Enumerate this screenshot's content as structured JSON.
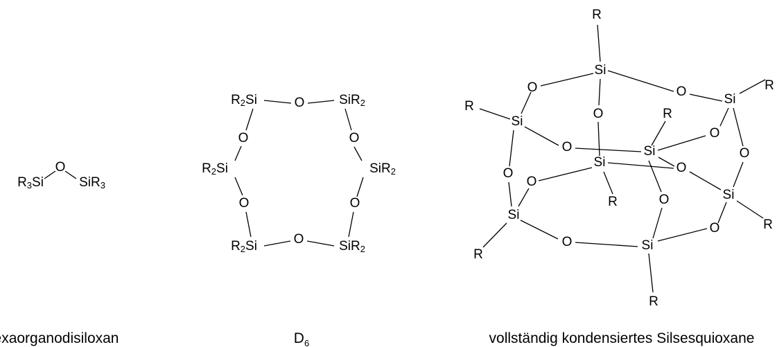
{
  "captions": {
    "hexa": "exaorganodisiloxan",
    "d6_main": "D",
    "d6_sub": "6",
    "silsesquioxane": "vollständig kondensiertes Silsesquioxane"
  },
  "hexa": {
    "left_main": "R",
    "left_sub": "3",
    "left_tail": "Si",
    "o": "O",
    "right_head": "SiR",
    "right_sub": "3"
  },
  "d6": {
    "r2si_main": "R",
    "r2si_sub": "2",
    "r2si_tail": "Si",
    "sir2_head": "SiR",
    "sir2_sub": "2",
    "o": "O"
  },
  "cage": {
    "si": "Si",
    "o": "O",
    "r": "R"
  }
}
